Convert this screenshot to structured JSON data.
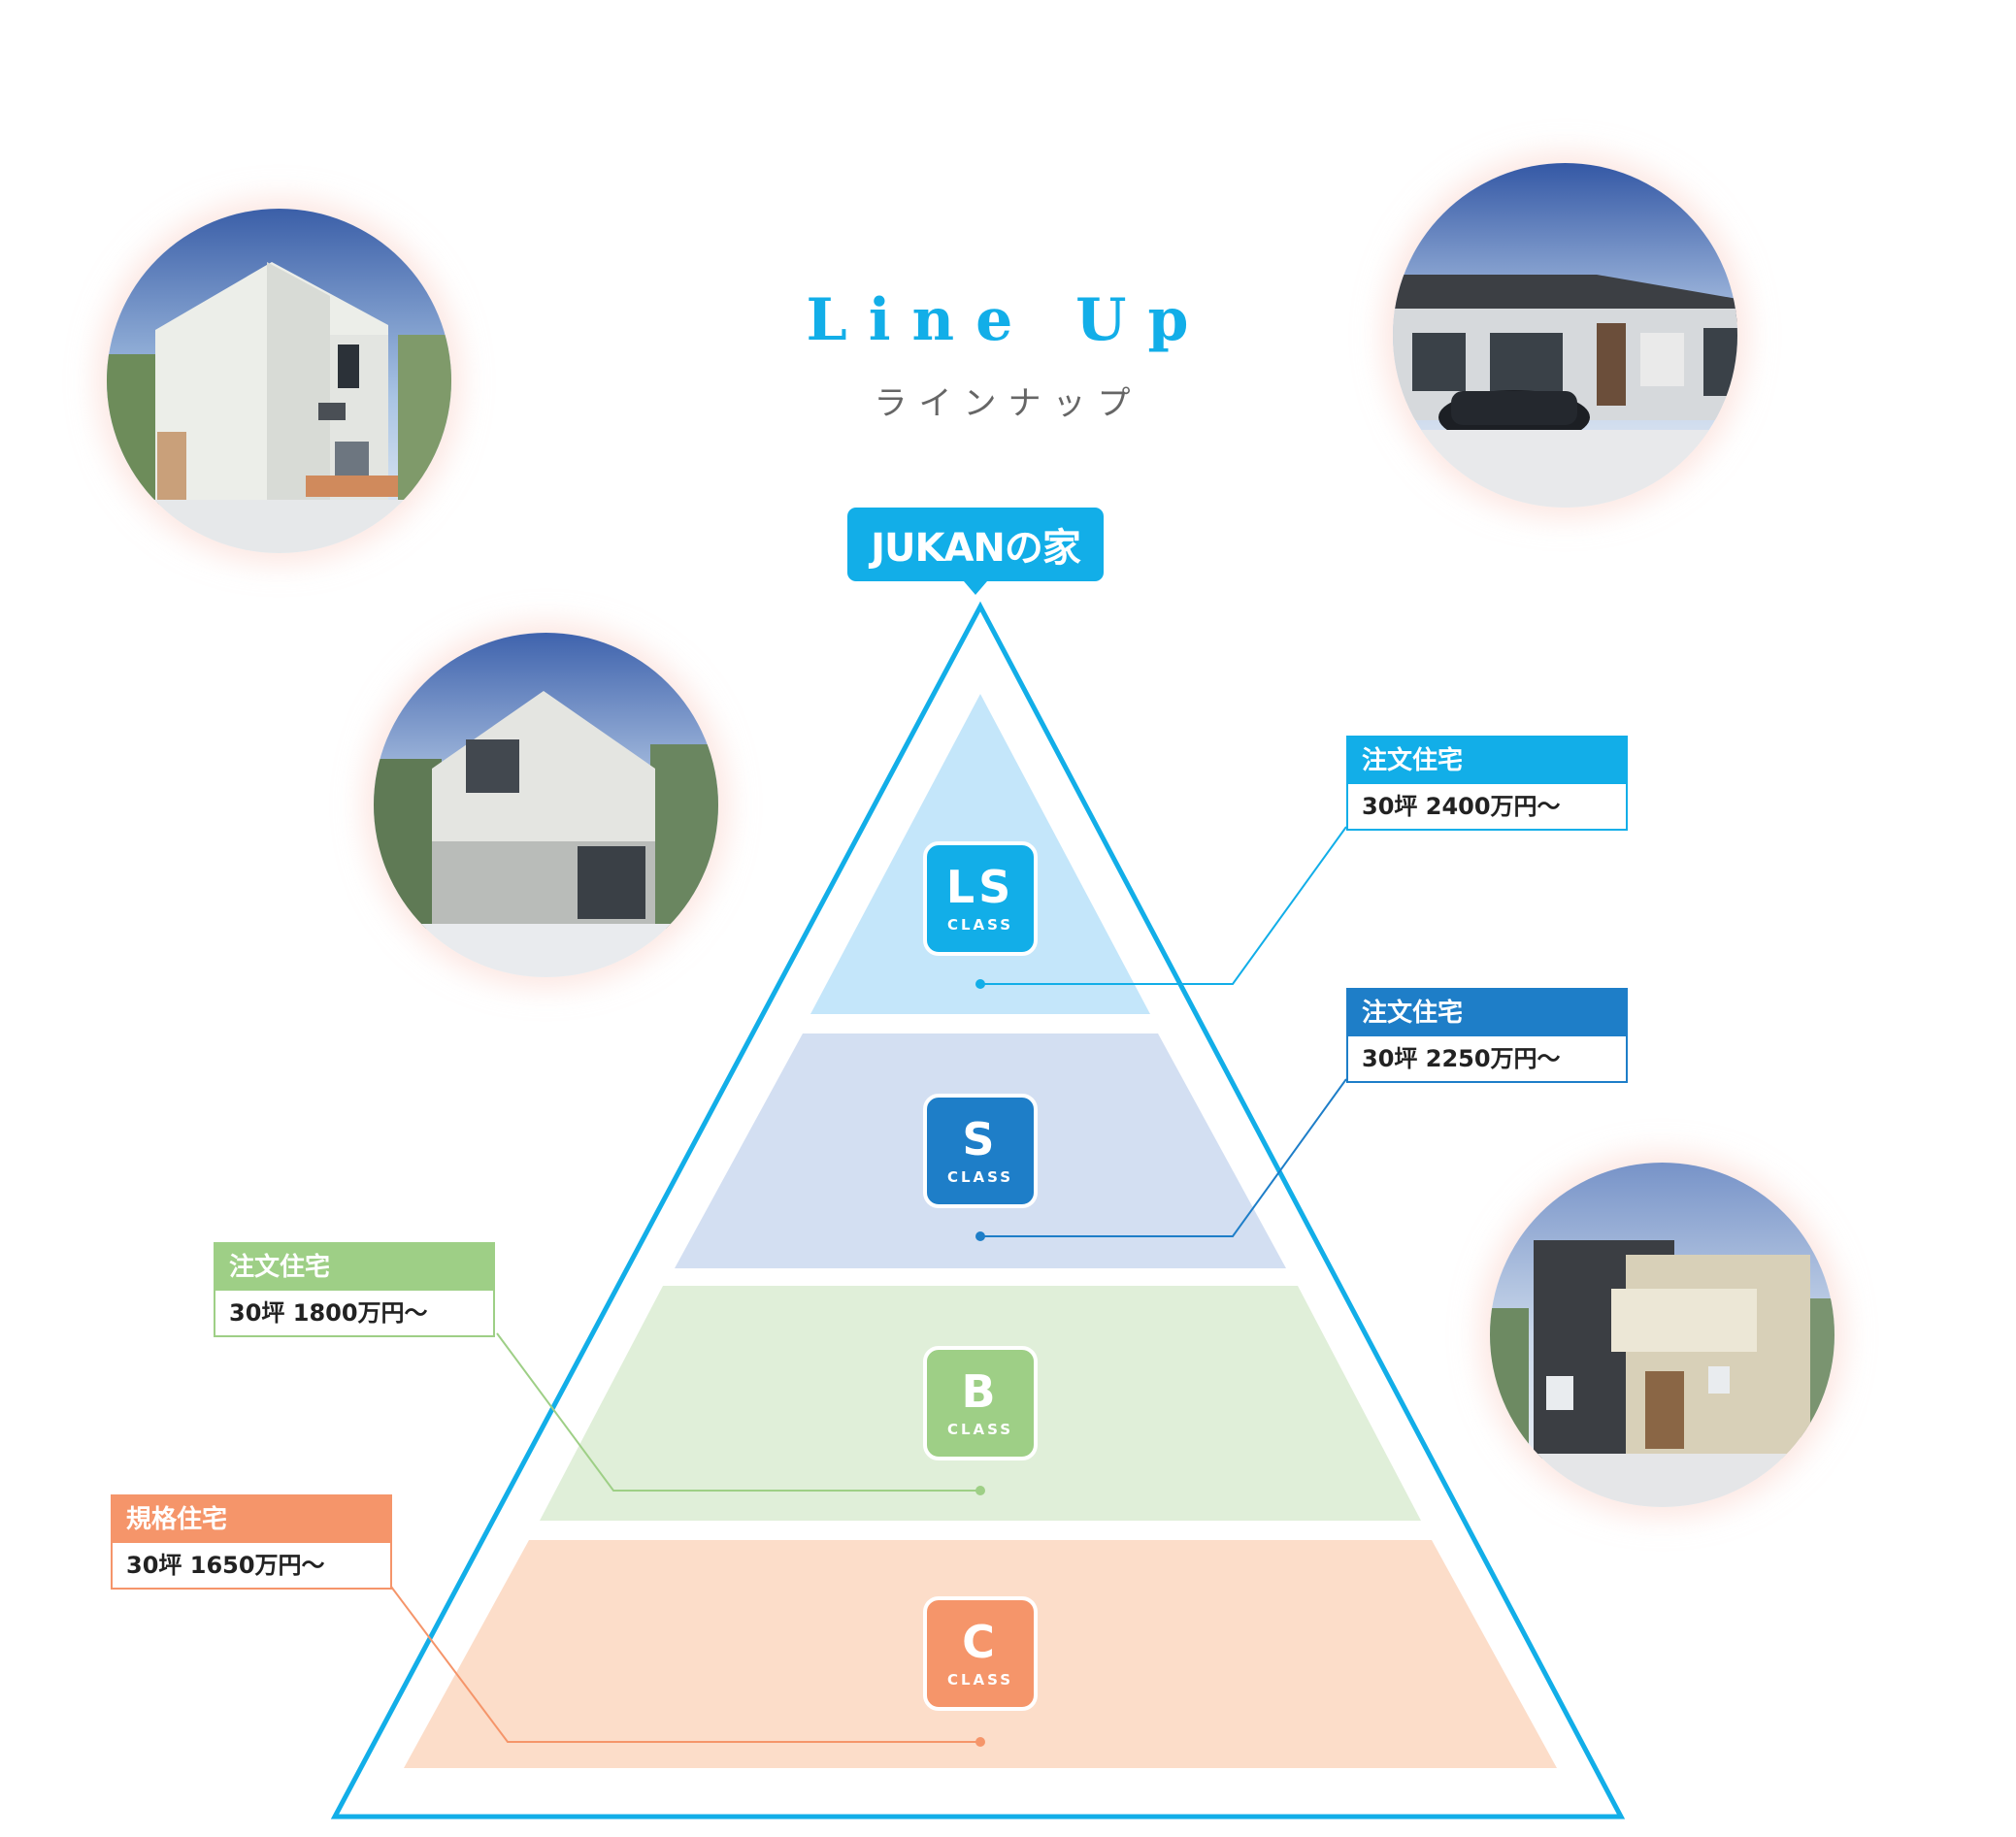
{
  "header": {
    "title": "Line Up",
    "subtitle": "ラインナップ"
  },
  "apex_label": "JUKANの家",
  "tiers": [
    {
      "badge": "LS",
      "badge_sub": "CLASS",
      "category": "注文住宅",
      "price": "30坪 2400万円〜",
      "fill": "#c4e6fa",
      "accent": "#12aee8"
    },
    {
      "badge": "S",
      "badge_sub": "CLASS",
      "category": "注文住宅",
      "price": "30坪 2250万円〜",
      "fill": "#d3dff2",
      "accent": "#1e7ec8"
    },
    {
      "badge": "B",
      "badge_sub": "CLASS",
      "category": "注文住宅",
      "price": "30坪 1800万円〜",
      "fill": "#e0efd9",
      "accent": "#9ecf86"
    },
    {
      "badge": "C",
      "badge_sub": "CLASS",
      "category": "規格住宅",
      "price": "30坪 1650万円〜",
      "fill": "#fcddc9",
      "accent": "#f5956a"
    }
  ],
  "colors": {
    "outline": "#12aee8"
  },
  "photos": [
    {
      "icon": "modern-house-photo"
    },
    {
      "icon": "one-story-house-photo"
    },
    {
      "icon": "gable-house-photo"
    },
    {
      "icon": "dark-box-house-photo"
    }
  ]
}
